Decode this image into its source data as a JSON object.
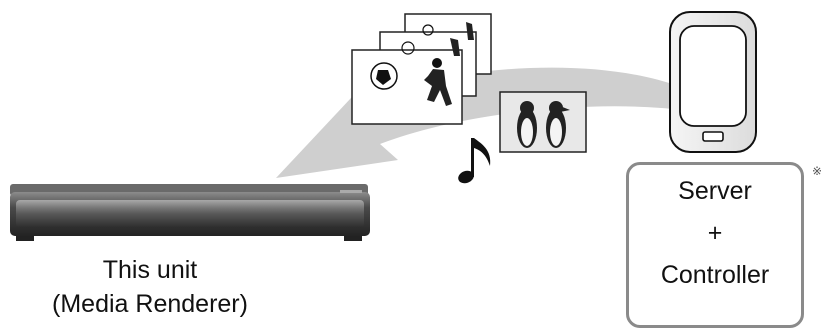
{
  "device_label": {
    "line1": "This unit",
    "line2": "(Media Renderer)"
  },
  "server_box": {
    "line1": "Server",
    "line2": "+",
    "line3": "Controller",
    "note_mark": "※"
  },
  "icons": {
    "player": "blu-ray-player-icon",
    "phone": "smartphone-icon",
    "photos": "photo-stack-icon",
    "music": "music-note-icon",
    "arrow": "curved-arrow-icon"
  },
  "colors": {
    "arrow": "#cfcfcf",
    "device_body": "#3a3a3a",
    "box_border": "#8a8a8a"
  }
}
